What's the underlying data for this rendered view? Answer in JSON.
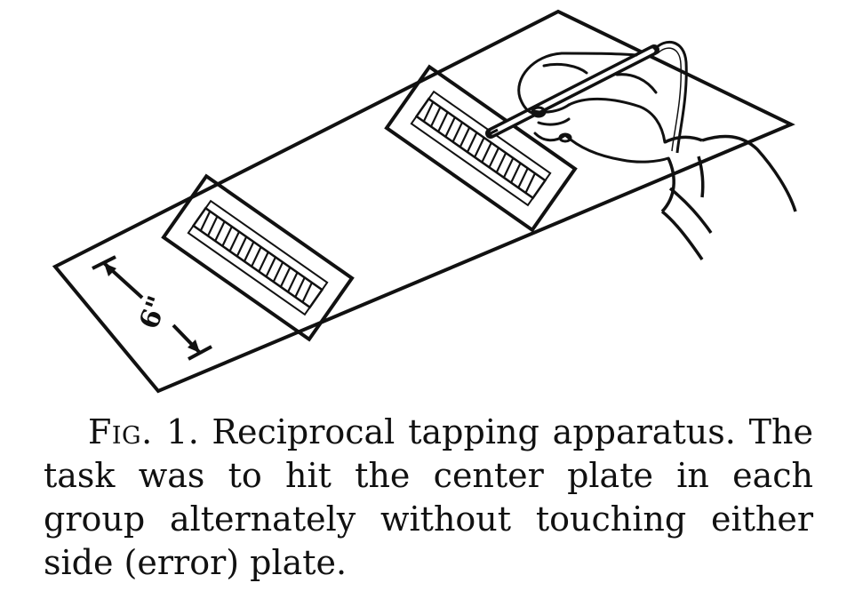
{
  "figure": {
    "dimension_label": "6\"",
    "caption": {
      "label": "Fig. 1.",
      "text": "Reciprocal tapping apparatus. The task was to hit the center plate in each group alternately without touching either side (error) plate."
    }
  }
}
